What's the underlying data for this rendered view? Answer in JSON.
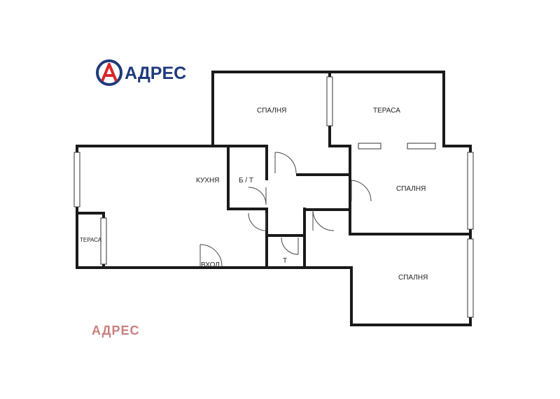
{
  "brand": {
    "name": "АДРЕС",
    "mark_letter": "A",
    "primary_color": "#1e3a7a",
    "accent_color": "#d9262b"
  },
  "watermark": {
    "text": "АДРЕС",
    "color": "#c98080"
  },
  "rooms": {
    "bedroom_top": "СПАЛНЯ",
    "terrace_top": "ТЕРАСА",
    "bedroom_right": "СПАЛНЯ",
    "bedroom_bottom": "СПАЛНЯ",
    "kitchen": "КУХНЯ",
    "bath_wc": "Б / Т",
    "terrace_left": "ТЕРАСА",
    "toilet": "Т",
    "entrance": "ВХОД"
  }
}
